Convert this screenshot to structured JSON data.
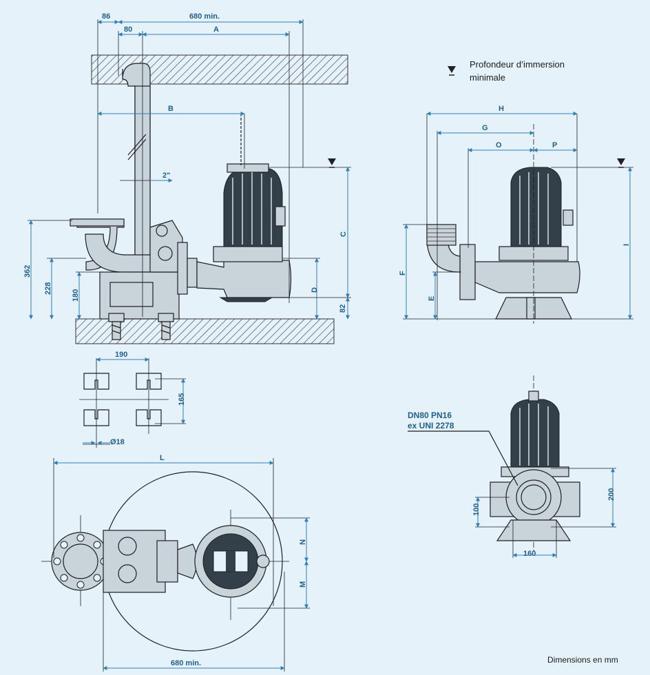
{
  "legend": {
    "immersion_label_line1": "Profondeur d’immersion",
    "immersion_label_line2": "minimale"
  },
  "footer": {
    "units_note": "Dimensions en mm"
  },
  "side_view": {
    "dim_86": "86",
    "dim_680_min": "680 min.",
    "dim_80": "80",
    "dim_A": "A",
    "dim_B": "B",
    "dim_2in": "2\"",
    "dim_C": "C",
    "dim_D": "D",
    "dim_82": "82",
    "dim_362": "362",
    "dim_228": "228",
    "dim_180": "180"
  },
  "front_view": {
    "dim_H": "H",
    "dim_G": "G",
    "dim_O": "O",
    "dim_P": "P",
    "dim_F": "F",
    "dim_E": "E",
    "dim_I": "I"
  },
  "base_plate": {
    "dim_190": "190",
    "dim_165": "165",
    "dim_hole": "Ø18"
  },
  "plan_view": {
    "dim_L": "L",
    "dim_N": "N",
    "dim_M": "M",
    "dim_680_min": "680 min."
  },
  "outlet_view": {
    "flange_line1": "DN80 PN16",
    "flange_line2": "ex UNI 2278",
    "dim_200": "200",
    "dim_100": "100",
    "dim_160": "160"
  }
}
